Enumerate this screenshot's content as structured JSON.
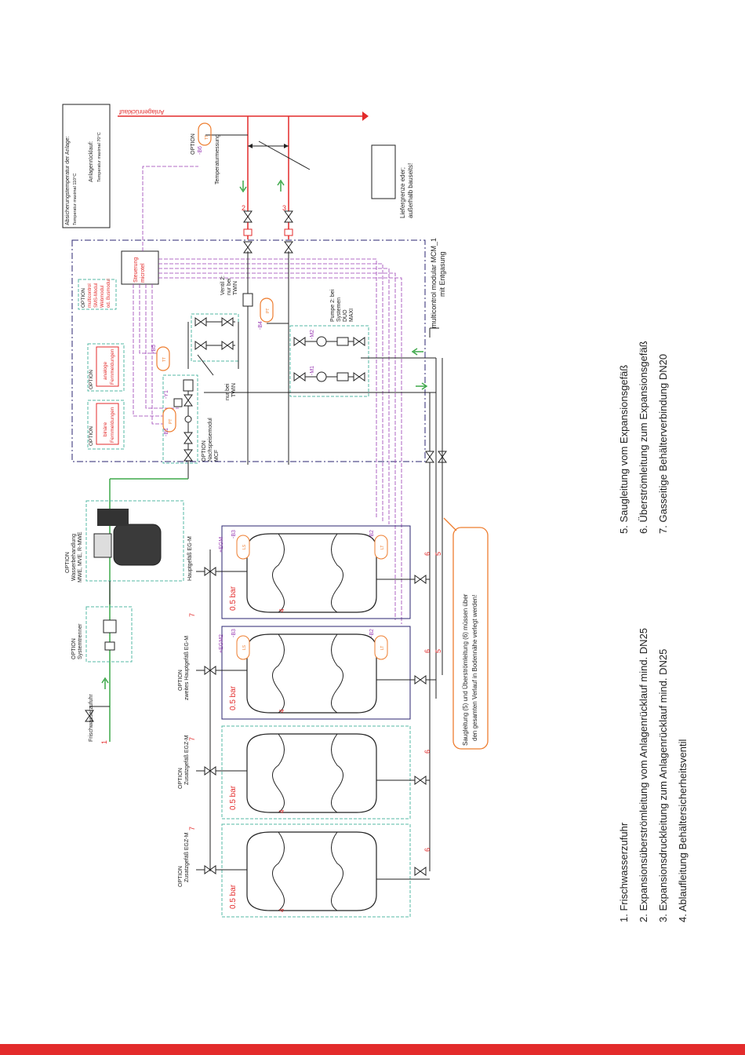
{
  "colors": {
    "red": "#e32b2b",
    "green": "#3ea84a",
    "purple": "#9b3fb5",
    "navy": "#2b2670",
    "teal": "#56b9a6",
    "orange": "#ee7d2f",
    "dark": "#222222"
  },
  "legend_left": [
    "1. Frischwasserzufuhr",
    "2. Expansionsüberströmleitung vom Anlagenrücklauf mind. DN25",
    "3. Expansionsdruckleitung zum Anlagenrücklauf mind. DN25",
    "4. Ablaufleitung Behältersicherheitsventil"
  ],
  "legend_right": [
    "5. Saugleitung vom Expansionsgefäß",
    "6. Überströmleitung zum Expansionsgefäß",
    "7. Gasseitige Behälterverbindung DN20"
  ],
  "temp_box": {
    "line1": "Absicherungstemperatur der Anlage:",
    "line2": "Temperatur maximal 110°C",
    "line3": "Anlagenrücklauf:",
    "line4": "Temperatur maximal 70°C"
  },
  "pipes": {
    "anlagenruecklauf": "Anlagenrücklauf",
    "liefergrenze_1": "Liefergrenze eder;",
    "liefergrenze_2": "außerhalb bauseits!",
    "temperaturmessung": "Temperaturmessung",
    "frischwasserzufuhr": "Frischwasserzufuhr"
  },
  "modules": {
    "option": "OPTION",
    "mcm_1": "multicontrol modular MCM_1",
    "mcm_2": "mit Entgasung",
    "steuerung_1": "Steuerung",
    "steuerung_2": "microtel",
    "mc_1": "multicontrol",
    "mc_2": "SMS-Modul",
    "mc_3": "Webmodul",
    "mc_4": "od. Busmodul",
    "analog_1": "analoge",
    "analog_2": "Fernmeldungen",
    "binaer_1": "binäre",
    "binaer_2": "Fernmeldungen",
    "ventil_1": "Ventil 2:",
    "ventil_2": "nur bei",
    "ventil_3": "TWIN",
    "nurbei_1": "nur bei",
    "nurbei_2": "TWIN",
    "pumpe_1": "Pumpe 2: bei",
    "pumpe_2": "Systemen",
    "pumpe_3": "DUO",
    "pumpe_4": "MAXI",
    "nachspeise": "Nachspeisemodul",
    "mcf": "MCF",
    "wasserbeh_1": "Wasserbehandlung",
    "wasserbeh_2": "MWE, MVE, R-MWE",
    "systemtrenner": "Systemtrenner"
  },
  "tags": {
    "b6": "-B6",
    "b5": "-B5",
    "b4": "-B4",
    "b1": "-B1",
    "y1": "-Y1",
    "m1": "-M1",
    "m2": "-M2",
    "b2": "-B2",
    "b3": "-B3",
    "egm": "+EGM",
    "egm2": "+EGM2",
    "tt": "TT",
    "pt": "PT",
    "lt": "LT",
    "ls": "LS"
  },
  "numbers": {
    "n1": "1",
    "n2": "2",
    "n3": "3",
    "n4": "4",
    "n5": "5",
    "n6": "6",
    "n7": "7"
  },
  "vessels": {
    "pressure": "0.5 bar",
    "haupt": "Hauptgefäß EG-M",
    "zweites_1": "OPTION",
    "zweites_2": "zweites Hauptgefäß EG-M",
    "zusatz_1": "OPTION",
    "zusatz_2": "Zusatzgefäß EGZ-M"
  },
  "note": {
    "line1": "Saugleitung (5) und Überströmleitung (6) müssen über",
    "line2": "den gesamten Verlauf in Bodennähe verlegt werden!"
  }
}
